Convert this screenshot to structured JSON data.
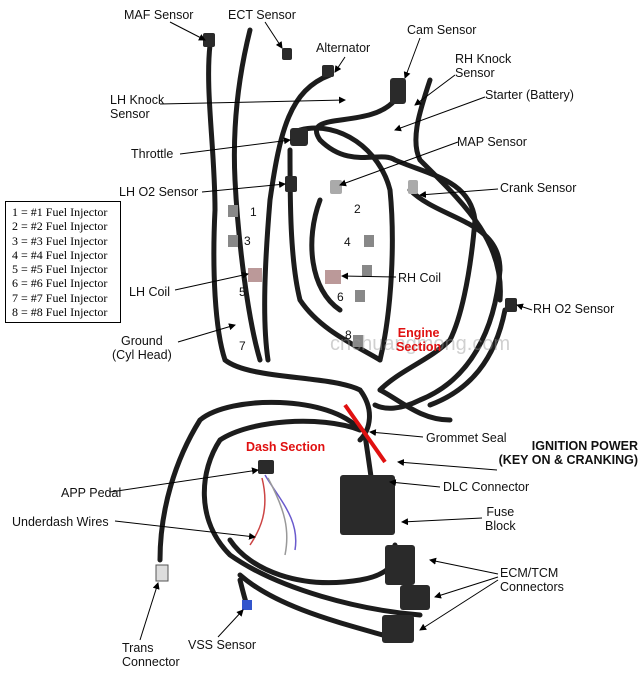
{
  "labels": {
    "maf": "MAF Sensor",
    "ect": "ECT Sensor",
    "alternator": "Alternator",
    "cam": "Cam Sensor",
    "rh_knock_1": "RH Knock",
    "rh_knock_2": "Sensor",
    "starter": "Starter (Battery)",
    "lh_knock_1": "LH Knock",
    "lh_knock_2": "Sensor",
    "throttle": "Throttle",
    "map": "MAP Sensor",
    "lh_o2": "LH O2 Sensor",
    "crank": "Crank Sensor",
    "rh_o2": "RH O2 Sensor",
    "lh_coil": "LH Coil",
    "rh_coil": "RH Coil",
    "ground_1": "Ground",
    "ground_2": "(Cyl Head)",
    "grommet": "Grommet Seal",
    "dlc": "DLC Connector",
    "fuse_1": "Fuse",
    "fuse_2": "Block",
    "app": "APP Pedal",
    "underdash": "Underdash Wires",
    "ecm_1": "ECM/TCM",
    "ecm_2": "Connectors",
    "trans_1": "Trans",
    "trans_2": "Connector",
    "vss": "VSS Sensor"
  },
  "sections": {
    "engine_1": "Engine",
    "engine_2": "Section",
    "dash": "Dash Section",
    "ignition_1": "IGNITION POWER",
    "ignition_2": "(KEY ON & CRANKING)"
  },
  "injector_numbers": [
    "1",
    "2",
    "3",
    "4",
    "5",
    "6",
    "7",
    "8"
  ],
  "legend": [
    "1 = #1 Fuel Injector",
    "2 = #2 Fuel Injector",
    "3 = #3 Fuel Injector",
    "4 = #4 Fuel Injector",
    "5 = #5 Fuel Injector",
    "6 = #6 Fuel Injector",
    "7 = #7 Fuel Injector",
    "8 = #8 Fuel Injector"
  ],
  "watermark": "cnchuangmong.com",
  "colors": {
    "wire": "#1a1a1a",
    "section_label": "#e01010",
    "seal_marker": "#e01010"
  }
}
